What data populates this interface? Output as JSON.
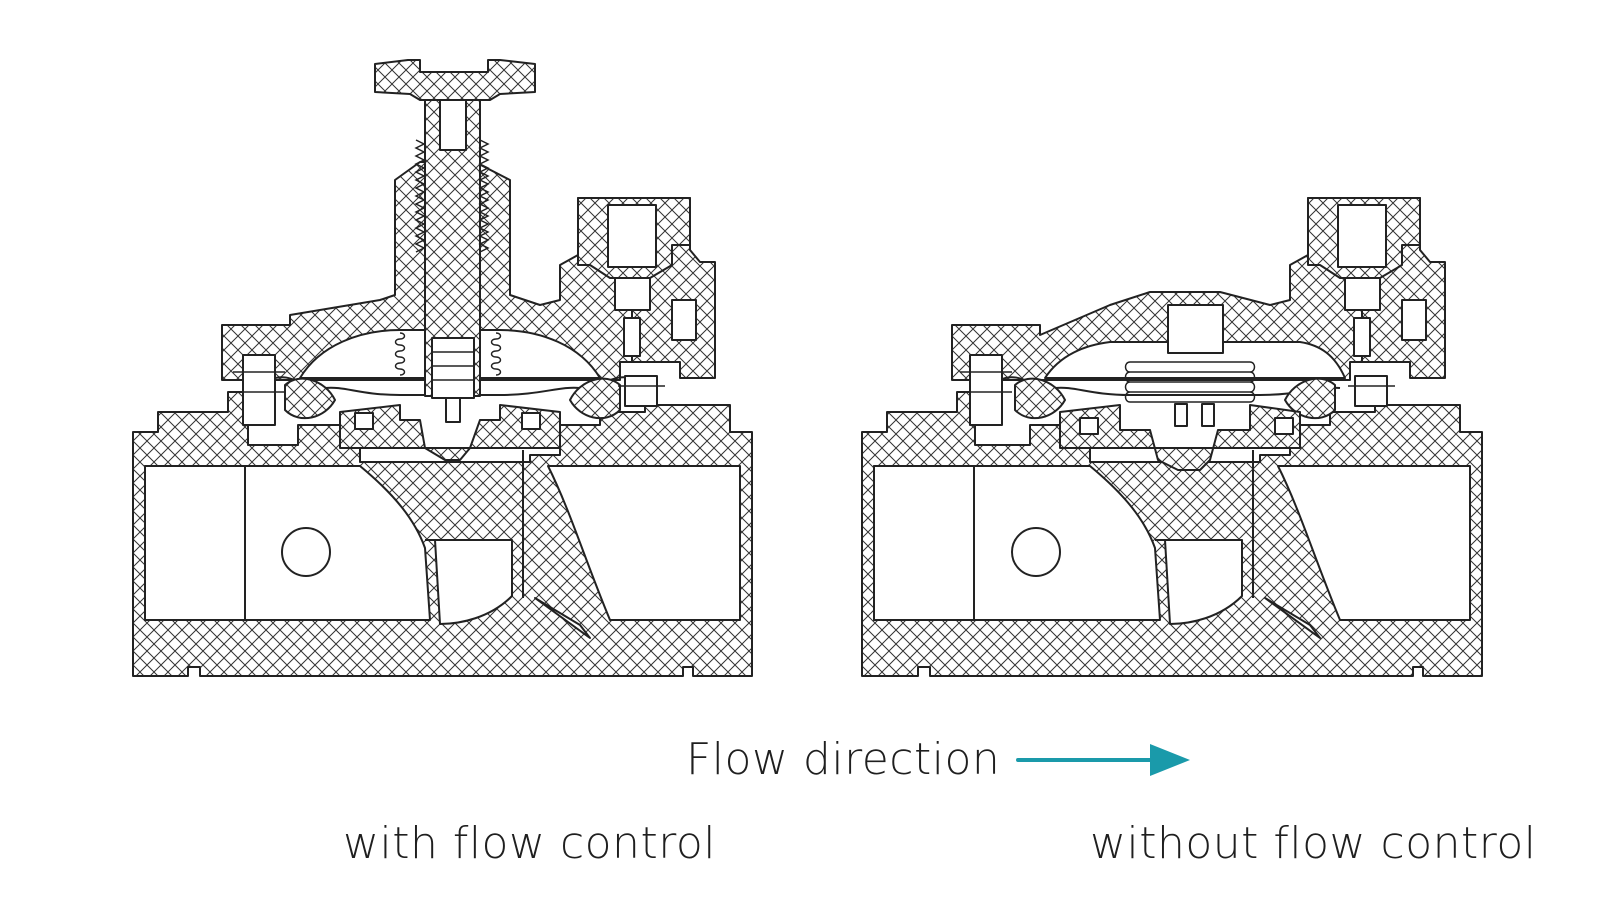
{
  "labels": {
    "flow_direction": "Flow direction",
    "left_caption": "with flow control",
    "right_caption": "without flow control"
  },
  "colors": {
    "arrow": "#1a9aaa",
    "outline": "#222222",
    "background": "#ffffff"
  },
  "icons": {
    "flow_arrow": "arrow-right-icon"
  }
}
